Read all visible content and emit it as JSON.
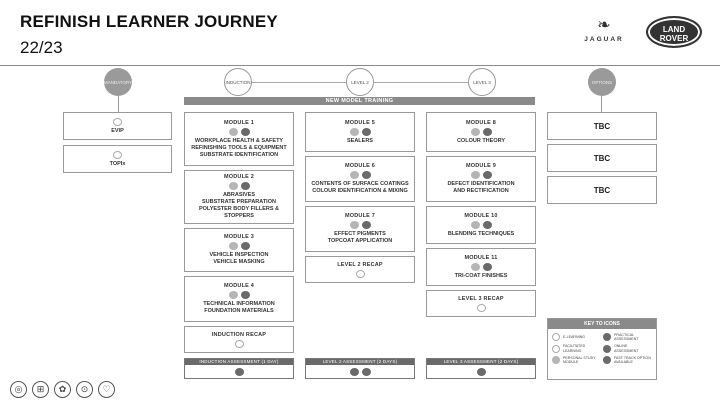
{
  "header": {
    "title": "REFINISH LEARNER JOURNEY",
    "subtitle": "22/23",
    "brand_jaguar": "JAGUAR",
    "brand_landrover": [
      "LAND",
      "ROVER"
    ]
  },
  "timeline": {
    "nodes": [
      {
        "label": "MANDATORY"
      },
      {
        "label": "INDUCTION"
      },
      {
        "label": "LEVEL 2"
      },
      {
        "label": "LEVEL 3"
      },
      {
        "label": "OPTIONS"
      }
    ],
    "band_label": "NEW MODEL TRAINING"
  },
  "mandatory": [
    {
      "label": "EVIP"
    },
    {
      "label": "TOPIx"
    }
  ],
  "induction": {
    "modules": [
      {
        "title": "MODULE 1",
        "desc": [
          "WORKPLACE HEALTH & SAFETY",
          "REFINISHING TOOLS & EQUIPMENT",
          "SUBSTRATE IDENTIFICATION"
        ]
      },
      {
        "title": "MODULE 2",
        "desc": [
          "ABRASIVES",
          "SUBSTRATE PREPARATION",
          "POLYESTER BODY FILLERS & STOPPERS"
        ]
      },
      {
        "title": "MODULE 3",
        "desc": [
          "VEHICLE INSPECTION",
          "VEHICLE MASKING"
        ]
      },
      {
        "title": "MODULE 4",
        "desc": [
          "TECHNICAL INFORMATION",
          "FOUNDATION MATERIALS"
        ]
      }
    ],
    "recap": "INDUCTION RECAP",
    "assessment": "INDUCTION ASSESSMENT (1 DAY)"
  },
  "level2": {
    "modules": [
      {
        "title": "MODULE 5",
        "desc": [
          "SEALERS"
        ]
      },
      {
        "title": "MODULE 6",
        "desc": [
          "CONTENTS OF SURFACE COATINGS",
          "COLOUR IDENTIFICATION & MIXING"
        ]
      },
      {
        "title": "MODULE 7",
        "desc": [
          "EFFECT PIGMENTS",
          "TOPCOAT APPLICATION"
        ]
      }
    ],
    "recap": "LEVEL 2 RECAP",
    "assessment": "LEVEL 2 ASSESSMENT (2 DAYS)"
  },
  "level3": {
    "modules": [
      {
        "title": "MODULE 8",
        "desc": [
          "COLOUR THEORY"
        ]
      },
      {
        "title": "MODULE 9",
        "desc": [
          "DEFECT IDENTIFICATION",
          "AND RECTIFICATION"
        ]
      },
      {
        "title": "MODULE 10",
        "desc": [
          "BLENDING TECHNIQUES"
        ]
      },
      {
        "title": "MODULE 11",
        "desc": [
          "TRI-COAT FINISHES"
        ]
      }
    ],
    "recap": "LEVEL 3 RECAP",
    "assessment": "LEVEL 3 ASSESSMENT (2 DAYS)"
  },
  "options": [
    {
      "label": "TBC"
    },
    {
      "label": "TBC"
    },
    {
      "label": "TBC"
    }
  ],
  "key": {
    "title": "KEY TO ICONS",
    "items": [
      {
        "label": "E-LEARNING",
        "icon": "e-learning-icon"
      },
      {
        "label": "PRACTICAL ASSESSMENT",
        "icon": "practical-assessment-icon"
      },
      {
        "label": "FACILITATED LEARNING",
        "icon": "facilitated-learning-icon"
      },
      {
        "label": "ONLINE ASSESSMENT",
        "icon": "online-assessment-icon"
      },
      {
        "label": "PERSONAL STUDY MODULE",
        "icon": "personal-study-icon"
      },
      {
        "label": "FAST TRACK OPTION AVAILABLE",
        "icon": "fast-track-icon"
      }
    ]
  },
  "colors": {
    "band": "#8a8a8a",
    "assessment_bar": "#6a6a6a",
    "border": "#9a9a9a"
  }
}
